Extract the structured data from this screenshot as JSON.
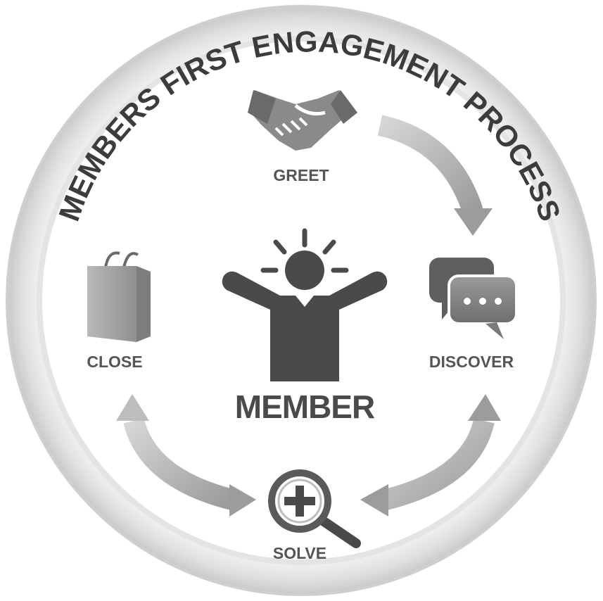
{
  "title": "MEMBERS FIRST ENGAGEMENT PROCESS",
  "center": {
    "label": "MEMBER",
    "icon": "member-celebrating-icon"
  },
  "steps": [
    {
      "id": "greet",
      "label": "GREET",
      "icon": "handshake-icon"
    },
    {
      "id": "discover",
      "label": "DISCOVER",
      "icon": "chat-bubbles-icon"
    },
    {
      "id": "solve",
      "label": "SOLVE",
      "icon": "magnifier-plus-icon"
    },
    {
      "id": "close",
      "label": "CLOSE",
      "icon": "shopping-bag-icon"
    }
  ],
  "colors": {
    "ring_outer": "#d4d4d4",
    "ring_inner": "#f2f2f2",
    "icon_dark": "#5a5a5a",
    "icon_mid": "#8a8a8a",
    "arrow": "#b3b3b3",
    "text": "#555555"
  }
}
